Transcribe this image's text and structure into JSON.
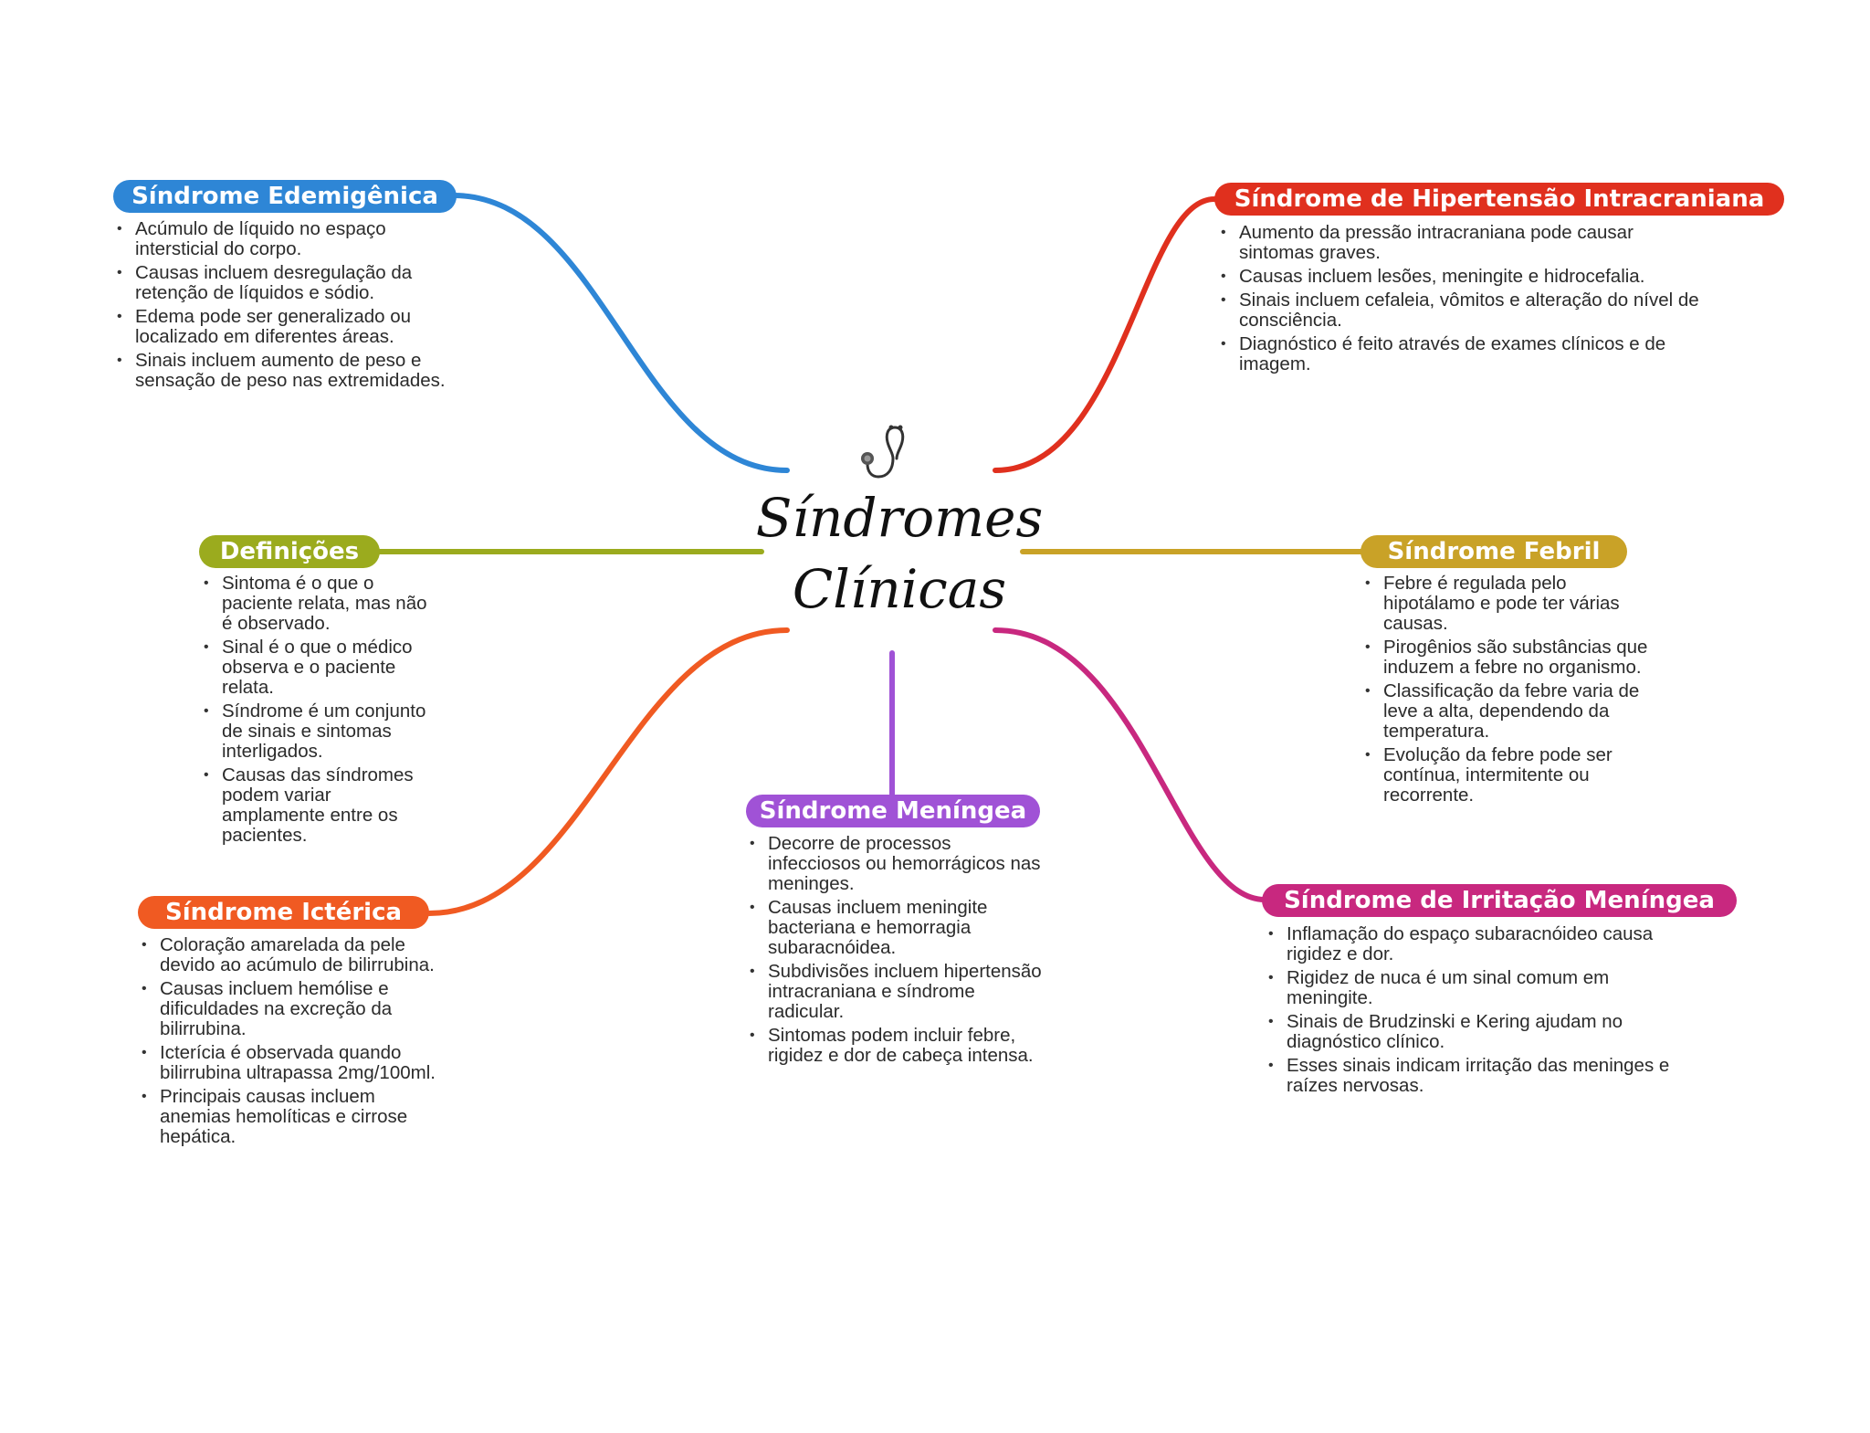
{
  "central": {
    "title_line1": "Síndromes",
    "title_line2": "Clínicas",
    "icon": "stethoscope-icon"
  },
  "branches": [
    {
      "id": "edemigenica",
      "label": "Síndrome Edemigênica",
      "color": "#2e86d6",
      "items": [
        "Acúmulo de líquido no espaço intersticial do corpo.",
        "Causas incluem desregulação da retenção de líquidos e sódio.",
        "Edema pode ser generalizado ou localizado em diferentes áreas.",
        "Sinais incluem aumento de peso e sensação de peso nas extremidades."
      ]
    },
    {
      "id": "definicoes",
      "label": "Definições",
      "color": "#9bab1e",
      "items": [
        "Sintoma é o que o paciente relata, mas não é observado.",
        "Sinal é o que o médico observa e o paciente relata.",
        "Síndrome é um conjunto de sinais e sintomas interligados.",
        "Causas das síndromes podem variar amplamente entre os pacientes."
      ]
    },
    {
      "id": "icterica",
      "label": "Síndrome Ictérica",
      "color": "#f05a22",
      "items": [
        "Coloração amarelada da pele devido ao acúmulo de bilirrubina.",
        "Causas incluem hemólise e dificuldades na excreção da bilirrubina.",
        "Icterícia é observada quando bilirrubina ultrapassa 2mg/100ml.",
        "Principais causas incluem anemias hemolíticas e cirrose hepática."
      ]
    },
    {
      "id": "meningea",
      "label": "Síndrome Meníngea",
      "color": "#a052d6",
      "items": [
        "Decorre de processos infecciosos ou hemorrágicos nas meninges.",
        "Causas incluem meningite bacteriana e hemorragia subaracnóidea.",
        "Subdivisões incluem hipertensão intracraniana e síndrome radicular.",
        "Sintomas podem incluir febre, rigidez e dor de cabeça intensa."
      ]
    },
    {
      "id": "hipertensao",
      "label": "Síndrome de Hipertensão Intracraniana",
      "color": "#e0301e",
      "items": [
        "Aumento da pressão intracraniana pode causar sintomas graves.",
        "Causas incluem lesões, meningite e hidrocefalia.",
        "Sinais incluem cefaleia, vômitos e alteração do nível de consciência.",
        "Diagnóstico é feito através de exames clínicos e de imagem."
      ]
    },
    {
      "id": "febril",
      "label": "Síndrome Febril",
      "color": "#c9a227",
      "items": [
        "Febre é regulada pelo hipotálamo e pode ter várias causas.",
        "Pirogênios são substâncias que induzem a febre no organismo.",
        "Classificação da febre varia de leve a alta, dependendo da temperatura.",
        "Evolução da febre pode ser contínua, intermitente ou recorrente."
      ]
    },
    {
      "id": "irritacao",
      "label": "Síndrome de Irritação Meníngea",
      "color": "#c8287f",
      "items": [
        "Inflamação do espaço subaracnóideo causa rigidez e dor.",
        "Rigidez de nuca é um sinal comum em meningite.",
        "Sinais de Brudzinski e Kering ajudam no diagnóstico clínico.",
        "Esses sinais indicam irritação das meninges e raízes nervosas."
      ]
    }
  ]
}
